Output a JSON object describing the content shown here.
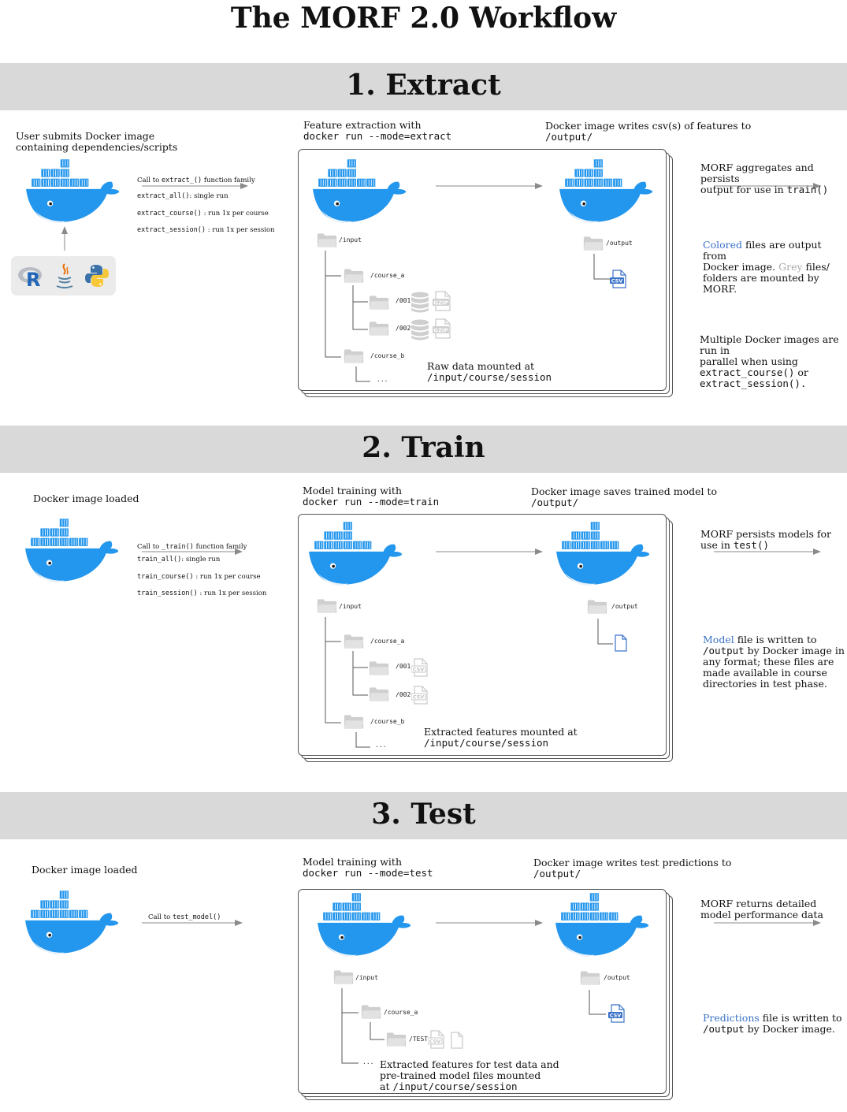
{
  "title": "The MORF 2.0 Workflow",
  "sections": {
    "extract": {
      "heading": "1. Extract",
      "left_caption": "User submits Docker image\ncontaining dependencies/scripts",
      "call_prefix": "Call to ",
      "call_code": "extract_()",
      "call_suffix": " function family",
      "calls": [
        {
          "code": "extract_all()",
          "desc": ": single run"
        },
        {
          "code": "extract_course()",
          "desc": " : run 1x per course"
        },
        {
          "code": "extract_session()",
          "desc": " : run 1x per session"
        }
      ],
      "mid_caption": "Feature extraction with",
      "mid_code": "docker run --mode=extract",
      "right_caption": "Docker image writes csv(s) of features to",
      "right_code": "/output/",
      "panel_note": "Raw data mounted at",
      "panel_note_code": "/input/course/session",
      "side_caption": "MORF aggregates and persists\noutput for use in ",
      "side_code": "train()",
      "note1_colored": "Colored",
      "note1_a": " files are output from\nDocker image. ",
      "note1_grey": "Grey",
      "note1_b": " files/\nfolders are mounted by\nMORF.",
      "note2_text": "Multiple Docker images are run in\nparallel when using",
      "note2_code1": "extract_course()",
      "note2_or": " or",
      "note2_code2": "extract_session().",
      "labels": {
        "input": "/input",
        "course_a": "/course_a",
        "s001": "/001",
        "s002": "/002",
        "course_b": "/course_b",
        "dots": "...",
        "output": "/output",
        "gzip": "GZIP",
        "csv": "CSV"
      }
    },
    "train": {
      "heading": "2. Train",
      "left_caption": "Docker image loaded",
      "call_prefix": "Call to ",
      "call_code": "_train()",
      "call_suffix": " function family",
      "calls": [
        {
          "code": "train_all()",
          "desc": ": single run"
        },
        {
          "code": "train_course()",
          "desc": " : run 1x per course"
        },
        {
          "code": "train_session()",
          "desc": " : run 1x per session"
        }
      ],
      "mid_caption": "Model training with",
      "mid_code": "docker run --mode=train",
      "right_caption": "Docker image saves trained model to",
      "right_code": "/output/",
      "panel_note": "Extracted features mounted at",
      "panel_note_code": "/input/course/session",
      "side_caption": "MORF persists models for\nuse in ",
      "side_code": "test()",
      "note_colored": "Model",
      "note_a": " file is written to",
      "note_code": "/output",
      "note_b": " by Docker image in\nany format; these files are\nmade available in course\ndirectories in test phase.",
      "labels": {
        "input": "/input",
        "course_a": "/course_a",
        "s001": "/001",
        "s002": "/002",
        "course_b": "/course_b",
        "dots": "...",
        "output": "/output",
        "csv": "CSV"
      }
    },
    "test": {
      "heading": "3. Test",
      "left_caption": "Docker image loaded",
      "call_prefix": "Call to ",
      "call_code": "test_model()",
      "mid_caption": "Model training with",
      "mid_code": "docker run --mode=test",
      "right_caption": "Docker image writes test predictions to",
      "right_code": "/output/",
      "panel_note": "Extracted features for test data and\npre-trained model files mounted\nat ",
      "panel_note_code": "/input/course/session",
      "side_caption": "MORF returns detailed\nmodel performance data",
      "note_colored": "Predictions",
      "note_a": " file is written to",
      "note_code": "/output",
      "note_b": " by Docker image.",
      "labels": {
        "input": "/input",
        "course_a": "/course_a",
        "test": "/TEST",
        "dots": "...",
        "output": "/output",
        "csv": "CSV"
      }
    }
  },
  "colors": {
    "docker_blue": "#2396ed",
    "folder_grey": "#cfcfcf",
    "band_grey": "#d9d9d9",
    "accent_blue": "#3b73c8"
  },
  "icons": [
    "docker-whale-icon",
    "folder-icon",
    "database-icon",
    "gzip-file-icon",
    "csv-file-icon",
    "file-icon",
    "r-logo-icon",
    "java-logo-icon",
    "python-logo-icon"
  ]
}
